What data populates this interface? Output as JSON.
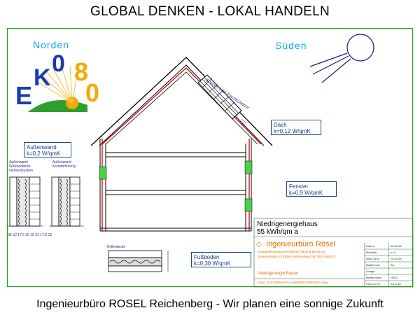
{
  "header": {
    "title": "GLOBAL DENKEN  -  LOKAL HANDELN"
  },
  "footer": {
    "text": "Ingenieurbüro ROSEL Reichenberg - Wir planen eine sonnige Zukunft"
  },
  "compass": {
    "north": "Norden",
    "south": "Süden"
  },
  "logo": {
    "letters": [
      "E",
      "K",
      "0",
      "8",
      "0"
    ]
  },
  "labels": {
    "collector": "Sonnen oder Flachkollektor",
    "roof": {
      "name": "Dach",
      "value": "k=0,12 W/qmK"
    },
    "outer_wall": {
      "name": "Außenwand",
      "value": "k=0,2 W/qmK"
    },
    "wall_a": "Außenwand Wärmedämm- verbundsystem",
    "wall_b": "Außenwand Kerndämmung",
    "window": {
      "name": "Fenster",
      "value": "k=0,9 W/qmK"
    },
    "basement": "Kellerdecke",
    "floor": {
      "name": "Fußboden",
      "value": "k=0,30 W/qmK"
    },
    "wall_dims": "08 SJ 17,5 15  15 SJ 17,5 15"
  },
  "titleblock": {
    "line1": "Niedrigenergiehaus",
    "line2": "55 kWh/qm a",
    "company": "Ingenieurbüro Rösel",
    "sub1": "Energieberatung Entwicklung Planung Beratung",
    "sub2": "Sonnenstraße 23 97084 Reichenberg Tel. 0931-650270",
    "project": "Niedrigenergie Bauen",
    "footer_text": "Datei: E:\\KOMPAKT\\PLAN\\ENERG\\NIEDRIG.dwg",
    "rows": [
      {
        "k": "Datum",
        "v": "06.03.98"
      },
      {
        "k": "Maßstab",
        "v": "o.M."
      },
      {
        "k": "letzte Änd.",
        "v": "26.03.98"
      },
      {
        "k": "Blattformat",
        "v": "A4"
      },
      {
        "k": "Anlage",
        "v": ""
      },
      {
        "k": "Blattnummer",
        "v": "NE01"
      },
      {
        "k": "Plan ver Nr.",
        "v": "EK-0-80"
      }
    ]
  }
}
